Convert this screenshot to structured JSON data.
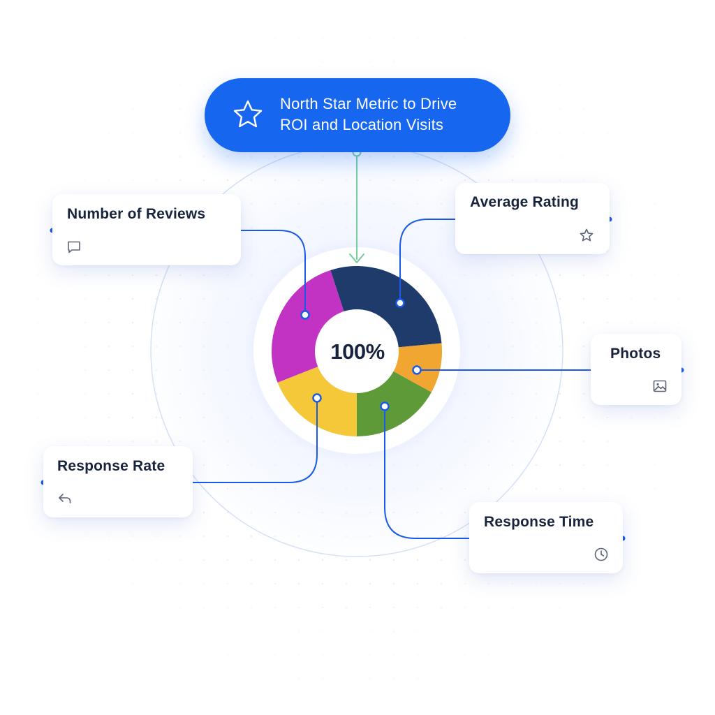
{
  "header": {
    "line1": "North Star Metric to Drive",
    "line2": "ROI and Location Visits",
    "icon": "star-icon"
  },
  "center": {
    "value_label": "100%"
  },
  "cards": [
    {
      "id": "number-of-reviews",
      "title": "Number of Reviews",
      "icon": "comment-icon"
    },
    {
      "id": "average-rating",
      "title": "Average Rating",
      "icon": "star-icon"
    },
    {
      "id": "photos",
      "title": "Photos",
      "icon": "image-icon"
    },
    {
      "id": "response-rate",
      "title": "Response Rate",
      "icon": "reply-icon"
    },
    {
      "id": "response-time",
      "title": "Response Time",
      "icon": "clock-icon"
    }
  ],
  "colors": {
    "brand_blue": "#1766f0",
    "connector_blue": "#1a5ae8",
    "connector_green": "#6fce9c",
    "text_dark": "#18233d",
    "segment_navy": "#1f3b6b",
    "segment_orange": "#f2a632",
    "segment_green": "#5e9a37",
    "segment_yellow": "#f5c83a",
    "segment_magenta": "#c233c4"
  },
  "donut": {
    "segments": [
      {
        "metric": "Average Rating",
        "color": "#1f3b6b",
        "share": 0.285
      },
      {
        "metric": "Photos",
        "color": "#f2a632",
        "share": 0.095
      },
      {
        "metric": "Response Time",
        "color": "#5e9a37",
        "share": 0.17
      },
      {
        "metric": "Response Rate",
        "color": "#f5c83a",
        "share": 0.19
      },
      {
        "metric": "Number of Reviews",
        "color": "#c233c4",
        "share": 0.26
      }
    ]
  }
}
